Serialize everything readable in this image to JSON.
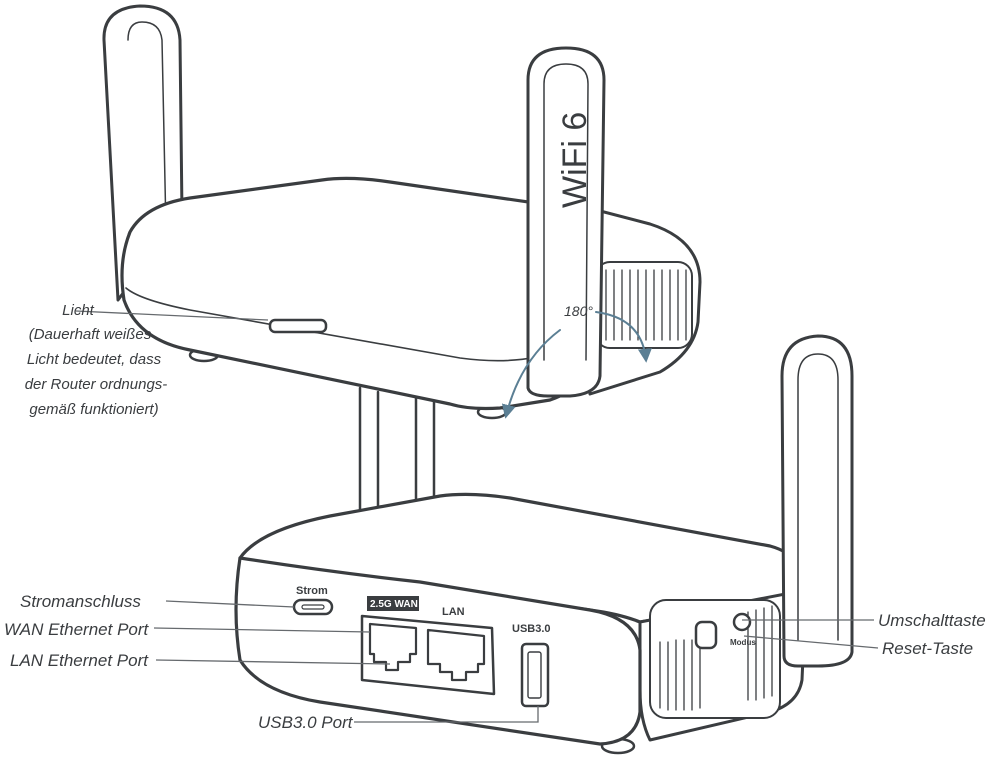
{
  "top_router": {
    "antenna_text": "WiFi 6",
    "angle_label": "180°"
  },
  "bottom_router": {
    "port_labels": {
      "power": "Strom",
      "wan": "2.5G WAN",
      "lan": "LAN",
      "usb": "USB3.0",
      "mode": "Modus"
    }
  },
  "callouts": {
    "light_lines": [
      "Licht",
      "(Dauerhaft weißes",
      "Licht bedeutet, dass",
      "der Router ordnungs-",
      "gemäß funktioniert)"
    ],
    "power_port": "Stromanschluss",
    "wan_port": "WAN Ethernet Port",
    "lan_port": "LAN Ethernet Port",
    "usb_port": "USB3.0 Port",
    "toggle_switch": "Umschalttaste",
    "reset_button": "Reset-Taste"
  },
  "colors": {
    "outline": "#3a3d40",
    "arrow": "#5b7f94",
    "fill": "#ffffff"
  }
}
